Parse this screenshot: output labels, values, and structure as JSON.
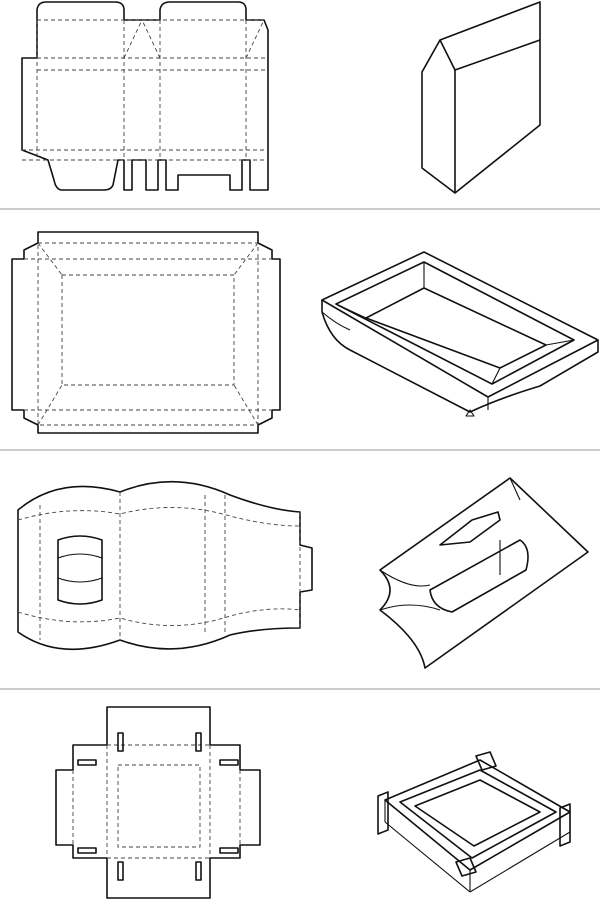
{
  "rows": [
    {
      "id": "gable-box",
      "template": "dieline-gable-box",
      "model": "3d-gable-box"
    },
    {
      "id": "tray",
      "template": "dieline-tray",
      "model": "3d-tray"
    },
    {
      "id": "pillow-box",
      "template": "dieline-pillow-box",
      "model": "3d-pillow-box"
    },
    {
      "id": "slotted-tray",
      "template": "dieline-slotted-tray",
      "model": "3d-slotted-tray"
    }
  ],
  "colors": {
    "line": "#111111",
    "fold": "#444444",
    "divider": "#9a9a9a",
    "background": "#ffffff"
  }
}
